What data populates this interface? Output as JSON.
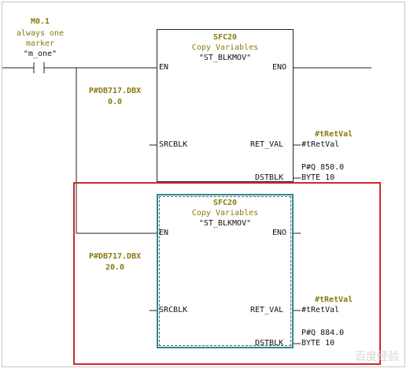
{
  "contact": {
    "address": "M0.1",
    "comment_line1": "always one",
    "comment_line2": "marker",
    "symbol": "\"m_one\""
  },
  "block1": {
    "name": "SFC20",
    "title": "Copy Variables",
    "symbol": "\"ST_BLKMOV\"",
    "en": "EN",
    "eno": "ENO",
    "srcblk": "SRCBLK",
    "ret_val": "RET_VAL",
    "dstblk": "DSTBLK",
    "src_param_line1": "P#DB717.DBX",
    "src_param_line2": "0.0",
    "ret_param_top": "#tRetVal",
    "ret_param": "#tRetVal",
    "dst_param_line1": "P#Q 850.0",
    "dst_param_line2": "BYTE 10"
  },
  "block2": {
    "name": "SFC20",
    "title": "Copy Variables",
    "symbol": "\"ST_BLKMOV\"",
    "en": "EN",
    "eno": "ENO",
    "srcblk": "SRCBLK",
    "ret_val": "RET_VAL",
    "dstblk": "DSTBLK",
    "src_param_line1": "P#DB717.DBX",
    "src_param_line2": "20.0",
    "ret_param_top": "#tRetVal",
    "ret_param": "#tRetVal",
    "dst_param_line1": "P#Q 884.0",
    "dst_param_line2": "BYTE 10"
  },
  "colors": {
    "wire": "#222222",
    "highlight": "#cc2a2a",
    "selected_border": "#2a8a8a",
    "param_text": "#8a7a10"
  },
  "watermark": "百度经验"
}
